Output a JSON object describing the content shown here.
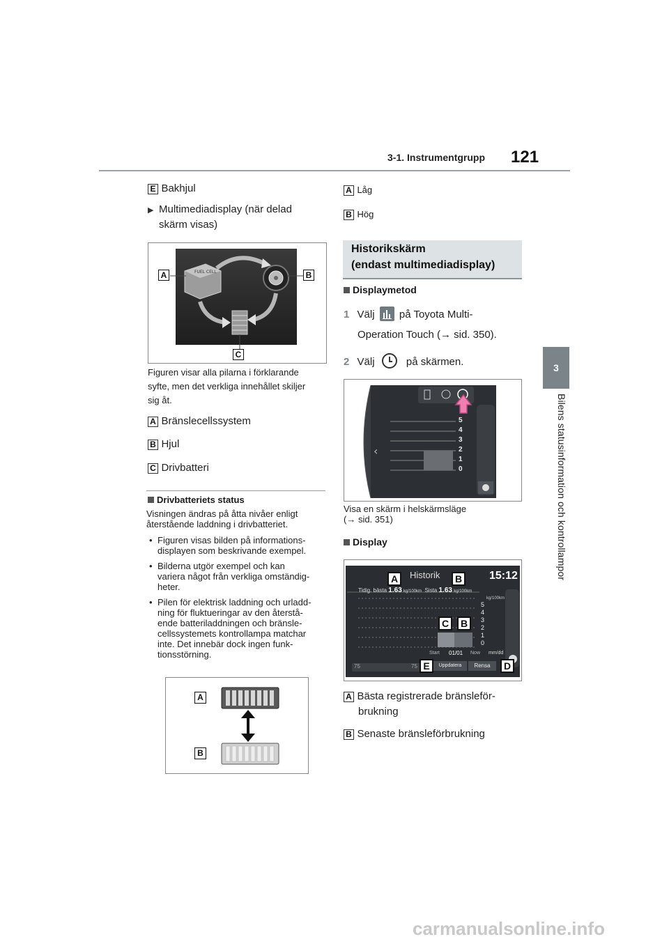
{
  "header": {
    "section": "3-1. Instrumentgrupp",
    "page_number": "121"
  },
  "side_tab": {
    "number": "3",
    "label": "Bilens statusinformation och kontrollampor"
  },
  "left": {
    "item_e": {
      "letter": "E",
      "text": "Bakhjul"
    },
    "arrow_item": {
      "line1": "Multimediadisplay (när delad",
      "line2": "skärm visas)"
    },
    "figure1": {
      "label_a": "A",
      "label_b": "B",
      "label_c": "C",
      "fc_text": "FUEL CELL"
    },
    "caption": [
      "Figuren visar alla pilarna i förklarande",
      "syfte, men det verkliga innehållet skiljer",
      "sig åt."
    ],
    "items": [
      {
        "letter": "A",
        "text": "Bränslecellssystem"
      },
      {
        "letter": "B",
        "text": "Hjul"
      },
      {
        "letter": "C",
        "text": "Drivbatteri"
      }
    ],
    "status_heading": "Drivbatteriets status",
    "status_text": [
      "Visningen ändras på åtta nivåer enligt",
      "återstående laddning i drivbatteriet."
    ],
    "bullets": [
      [
        "Figuren visas bilden på informations-",
        "displayen som beskrivande exempel."
      ],
      [
        "Bilderna utgör exempel och kan",
        "variera något från verkliga omständig-",
        "heter."
      ],
      [
        "Pilen för elektrisk laddning och urladd-",
        "ning för fluktueringar av den återstå-",
        "ende batteriladdningen och bränsle-",
        "cellssystemets kontrollampa matchar",
        "inte. Det innebär dock ingen funk-",
        "tionsstörning."
      ]
    ],
    "figure2": {
      "label_a": "A",
      "label_b": "B"
    }
  },
  "right": {
    "items_top": [
      {
        "letter": "A",
        "text": "Låg"
      },
      {
        "letter": "B",
        "text": "Hög"
      }
    ],
    "history_title": [
      "Historikskärm",
      "(endast multimediadisplay)"
    ],
    "method_heading": "Displaymetod",
    "step1": {
      "num": "1",
      "pre": "Välj",
      "post": "på Toyota Multi-",
      "line2": "Operation Touch (→ sid. 350)."
    },
    "step2": {
      "num": "2",
      "pre": "Välj",
      "post": "på skärmen."
    },
    "screen1": {
      "ticks": [
        "5",
        "4",
        "3",
        "2",
        "1",
        "0"
      ]
    },
    "caption1": [
      "Visa en skärm i helskärmsläge",
      "(→ sid. 351)"
    ],
    "display_heading": "Display",
    "screen2": {
      "title": "Historik",
      "time": "15:12",
      "best_label": "Tidig. bästa",
      "best_value": "1.63",
      "unit_small": "kg/100km",
      "last_label": "Sista",
      "last_value": "1.63",
      "unit_axis": "kg/100km",
      "ticks": [
        "5",
        "4",
        "3",
        "2",
        "1",
        "0"
      ],
      "start": "Start",
      "date": "01/01",
      "now": "Now",
      "date_fmt": "mm/dd",
      "scale_left": "75",
      "scale_right": "75",
      "update_btn": "Uppdatera",
      "clear_btn": "Rensa",
      "labels": {
        "a": "A",
        "b": "B",
        "c": "C",
        "b2": "B",
        "e": "E",
        "d": "D"
      }
    },
    "items_bottom": [
      {
        "letter": "A",
        "line1": "Bästa registrerade bränsleför-",
        "line2": "brukning"
      },
      {
        "letter": "B",
        "line1": "Senaste bränsleförbrukning"
      }
    ]
  },
  "watermark": "carmanualsonline.info"
}
